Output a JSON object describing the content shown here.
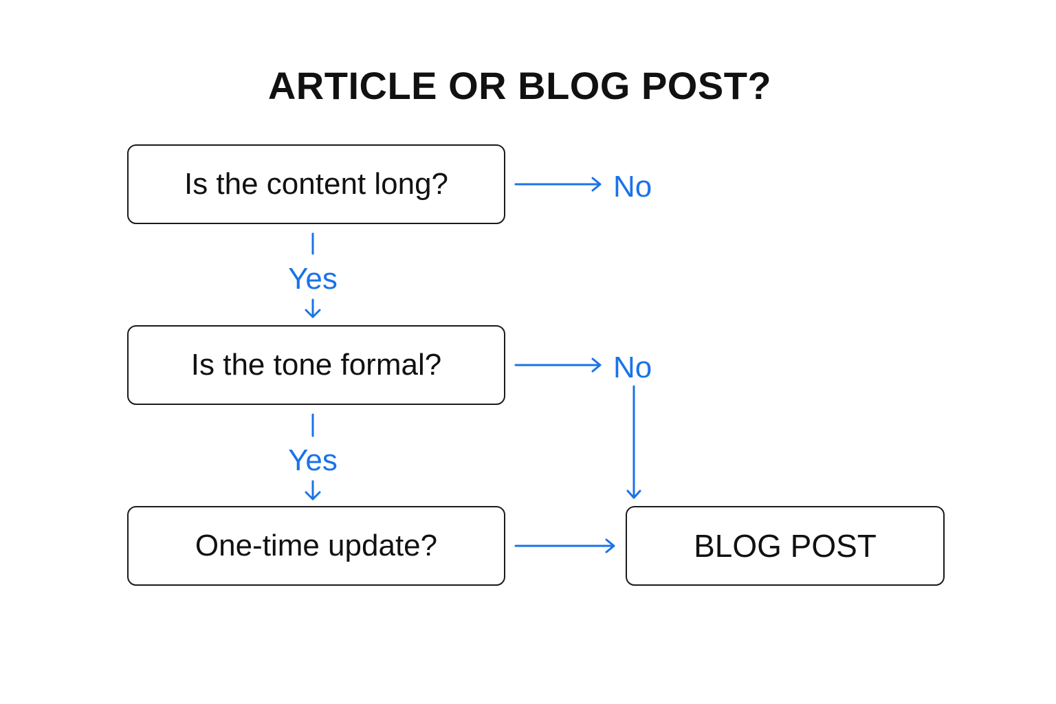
{
  "title": "ARTICLE OR BLOG POST?",
  "colors": {
    "accent": "#1a73e8",
    "stroke": "#1a1a1a",
    "text": "#111111",
    "background": "#ffffff"
  },
  "nodes": {
    "q1": "Is the content long?",
    "q2": "Is the tone formal?",
    "q3": "One-time update?",
    "result": "BLOG POST"
  },
  "edges": {
    "q1_no": "No",
    "q1_yes": "Yes",
    "q2_no": "No",
    "q2_yes": "Yes"
  }
}
